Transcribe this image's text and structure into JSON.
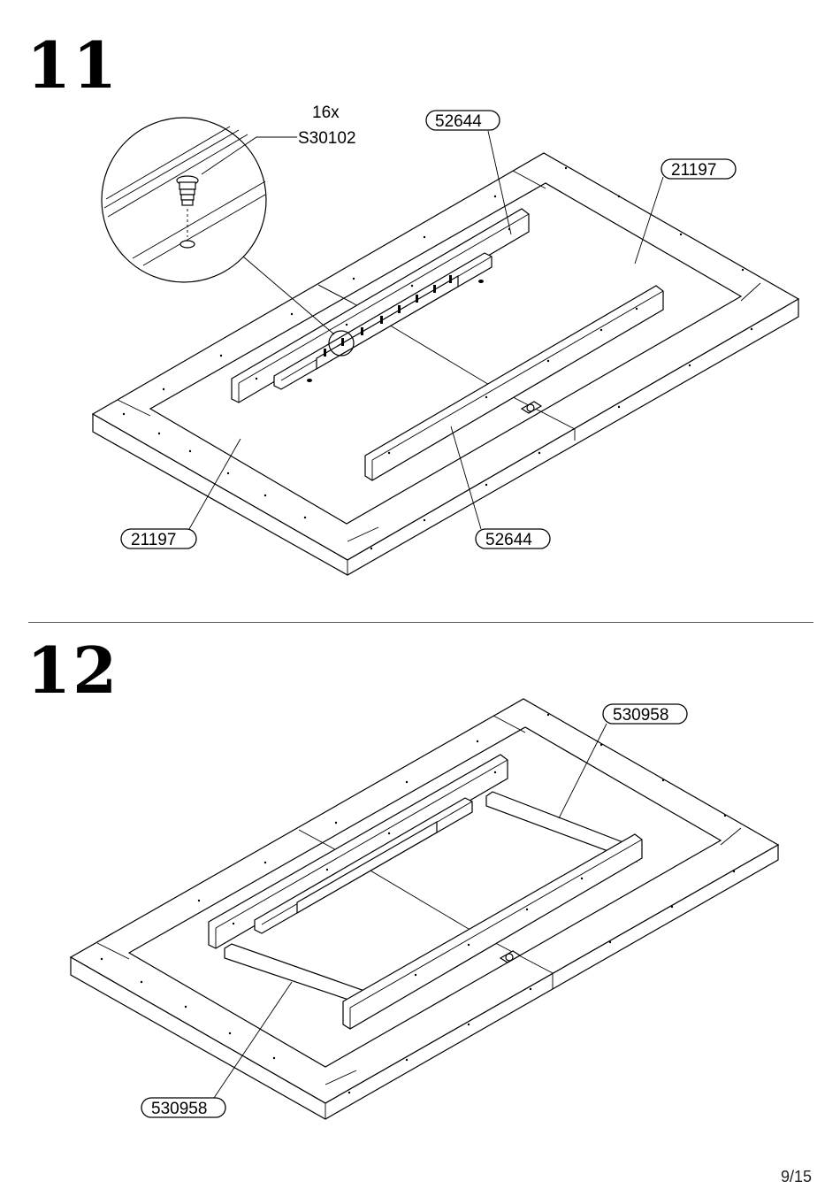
{
  "steps": [
    {
      "number": "11",
      "callouts": {
        "quantity": "16x",
        "fitting": "S30102",
        "frame_right": "21197",
        "frame_left": "21197",
        "rail_top": "52644",
        "rail_bottom": "52644"
      }
    },
    {
      "number": "12",
      "callouts": {
        "crossbar_top": "530958",
        "crossbar_bottom": "530958"
      }
    }
  ],
  "page": {
    "number": "9/15"
  }
}
